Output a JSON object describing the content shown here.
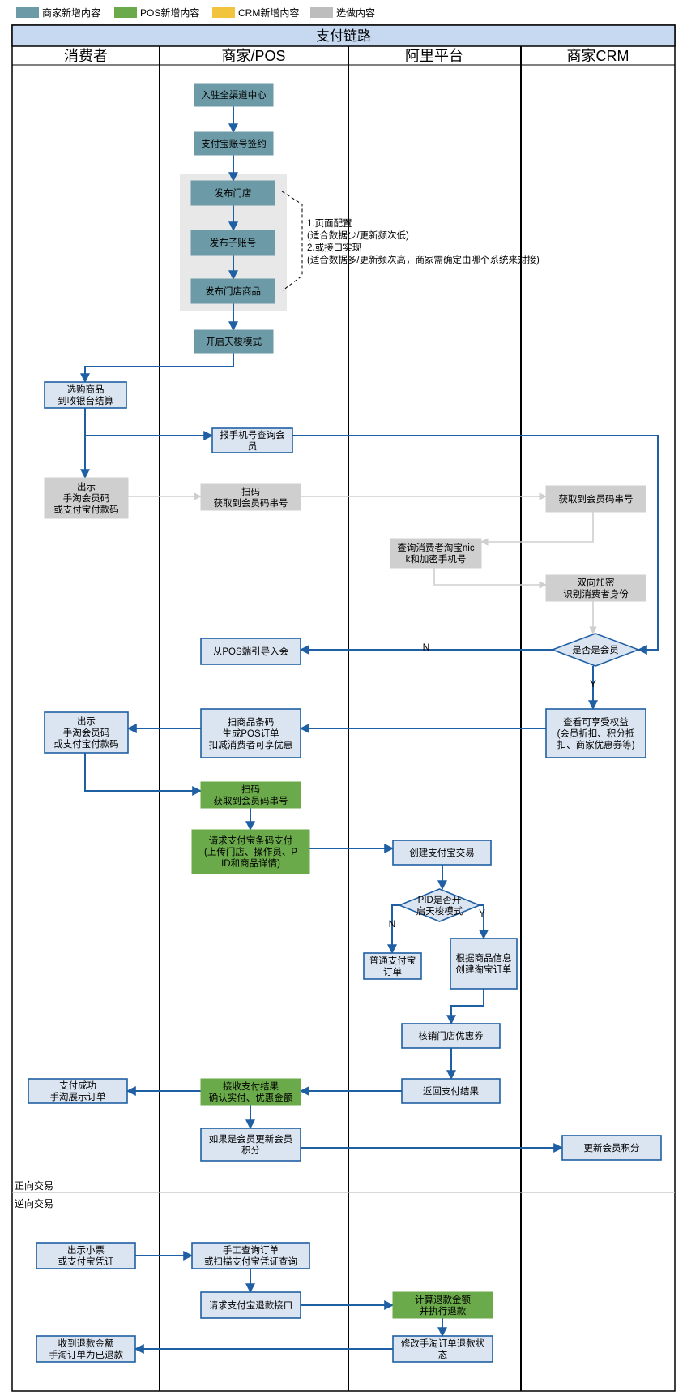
{
  "legend": [
    {
      "label": "商家新增内容",
      "color": "#6c9aa6"
    },
    {
      "label": "POS新增内容",
      "color": "#6aaa4a"
    },
    {
      "label": "CRM新增内容",
      "color": "#f2c33c"
    },
    {
      "label": "选做内容",
      "color": "#bdbdbd"
    }
  ],
  "title": "支付链路",
  "lanes": [
    "消费者",
    "商家/POS",
    "阿里平台",
    "商家CRM"
  ],
  "nodes": {
    "n_join": [
      "入驻全渠道中心"
    ],
    "n_sign": [
      "支付宝账号签约"
    ],
    "n_store": [
      "发布门店"
    ],
    "n_subacc": [
      "发布子账号"
    ],
    "n_goods": [
      "发布门店商品"
    ],
    "n_tianso": [
      "开启天梭模式"
    ],
    "n_select": [
      "选购商品",
      "到收银台结算"
    ],
    "n_phone": [
      "报手机号查询会",
      "员"
    ],
    "n_show1": [
      "出示",
      "手淘会员码",
      "或支付宝付款码"
    ],
    "n_scan1": [
      "扫码",
      "获取到会员码串号"
    ],
    "n_getcode": [
      "获取到会员码串号"
    ],
    "n_query": [
      "查询消费者淘宝nic",
      "k和加密手机号"
    ],
    "n_decrypt": [
      "双向加密",
      "识别消费者身份"
    ],
    "n_ismember": [
      "是否是会员"
    ],
    "n_guide": [
      "从POS端引导入会"
    ],
    "n_rights": [
      "查看可享受权益",
      "(会员折扣、积分抵",
      "扣、商家优惠券等)"
    ],
    "n_scangoods": [
      "扫商品条码",
      "生成POS订单",
      "扣减消费者可享优惠"
    ],
    "n_show2": [
      "出示",
      "手淘会员码",
      "或支付宝付款码"
    ],
    "n_scan2": [
      "扫码",
      "获取到会员码串号"
    ],
    "n_reqpay": [
      "请求支付宝条码支付",
      "(上传门店、操作员、P",
      "ID和商品详情)"
    ],
    "n_create": [
      "创建支付宝交易"
    ],
    "n_pid": [
      "PID是否开",
      "启天梭模式"
    ],
    "n_normal": [
      "普通支付宝",
      "订单"
    ],
    "n_taobao": [
      "根据商品信息",
      "创建淘宝订单"
    ],
    "n_coupon": [
      "核销门店优惠券"
    ],
    "n_return": [
      "返回支付结果"
    ],
    "n_receive": [
      "接收支付结果",
      "确认实付、优惠金额"
    ],
    "n_success": [
      "支付成功",
      "手淘展示订单"
    ],
    "n_update": [
      "如果是会员更新会员",
      "积分"
    ],
    "n_points": [
      "更新会员积分"
    ],
    "n_receipt": [
      "出示小票",
      "或支付宝凭证"
    ],
    "n_manual": [
      "手工查询订单",
      "或扫描支付宝凭证查询"
    ],
    "n_refundreq": [
      "请求支付宝退款接口"
    ],
    "n_calc": [
      "计算退款金额",
      "并执行退款"
    ],
    "n_modify": [
      "修改手淘订单退款状",
      "态"
    ],
    "n_refunded": [
      "收到退款金额",
      "手淘订单为已退款"
    ]
  },
  "note": [
    "1.页面配置",
    "(适合数据少/更新频次低)",
    "2.或接口实现",
    "(适合数据多/更新频次高，商家需确定由哪个系统来对接)"
  ],
  "edge_labels": {
    "no": "N",
    "yes": "Y"
  },
  "sections": {
    "forward": "正向交易",
    "reverse": "逆向交易"
  }
}
